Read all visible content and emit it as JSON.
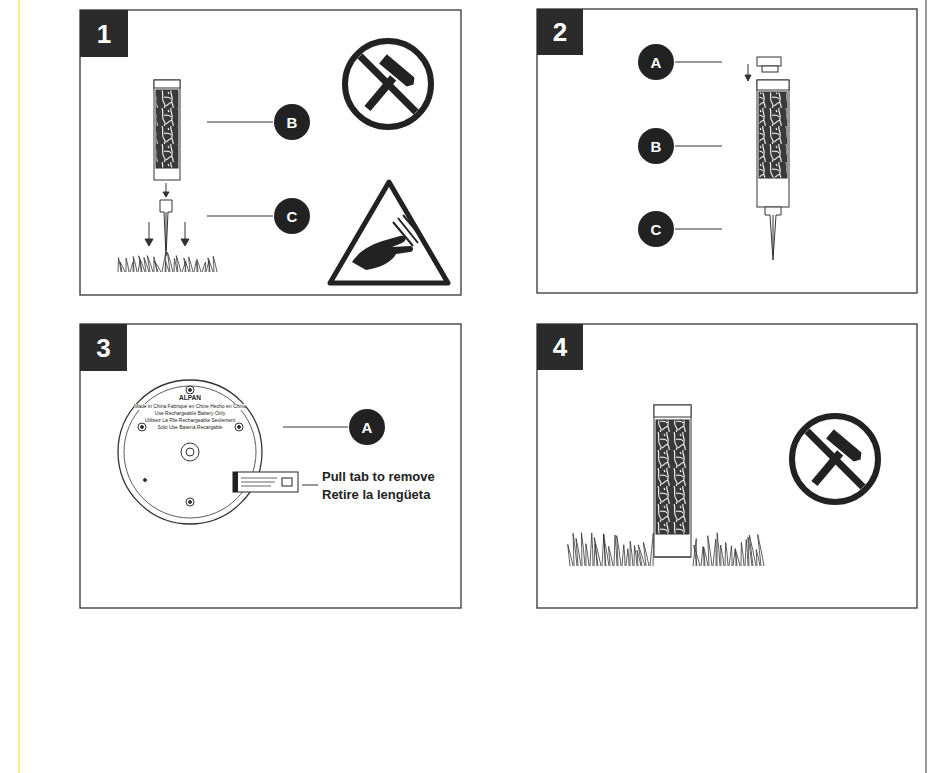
{
  "diagram": {
    "nodes": [
      {
        "text": [
          "1"
        ]
      },
      {
        "text": [
          "B"
        ]
      },
      {
        "text": [
          "C"
        ]
      },
      {
        "text": [
          "2"
        ]
      },
      {
        "text": [
          "A"
        ]
      },
      {
        "text": [
          "B"
        ]
      },
      {
        "text": [
          "C"
        ]
      },
      {
        "text": [
          "3"
        ]
      },
      {
        "text": [
          "A"
        ]
      },
      {
        "text": [
          "4"
        ]
      }
    ],
    "labels": [
      "ALPAN",
      "Made in China Fabriqué en Chine Hecho en China",
      "Use Rechargeable Battery Only",
      "Utilisez La Pile Rechargeable Seulement",
      "Sólo Use Batería Recargable",
      "Pull tab to remove",
      "Retire la lengüeta"
    ]
  }
}
